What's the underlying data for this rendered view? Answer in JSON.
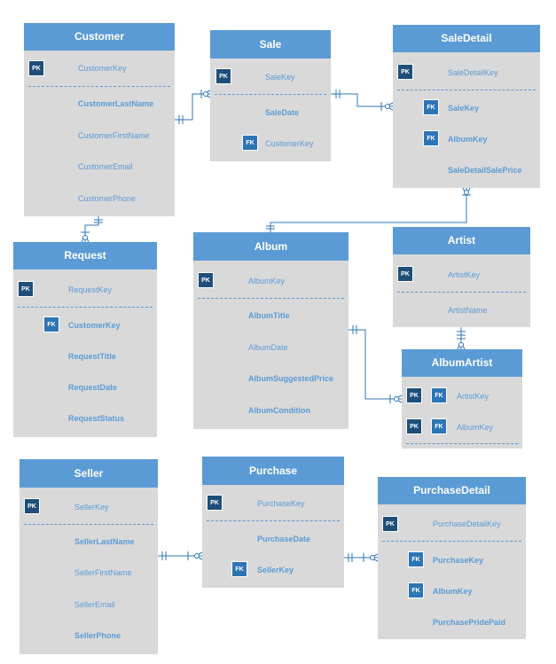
{
  "badges": {
    "pk": "PK",
    "fk": "FK"
  },
  "entities": {
    "customer": {
      "title": "Customer",
      "key": "CustomerKey",
      "f1": "CustomerLastName",
      "f2": "CustomerFirstName",
      "f3": "CustomerEmail",
      "f4": "CustomerPhone"
    },
    "sale": {
      "title": "Sale",
      "key": "SaleKey",
      "f1": "SaleDate",
      "f2": "CustomerKey"
    },
    "saledetail": {
      "title": "SaleDetail",
      "key": "SaleDetailKey",
      "f1": "SaleKey",
      "f2": "AlbumKey",
      "f3": "SaleDetailSalePrice"
    },
    "request": {
      "title": "Request",
      "key": "RequestKey",
      "f1": "CustomerKey",
      "f2": "RequestTitle",
      "f3": "RequestDate",
      "f4": "RequestStatus"
    },
    "album": {
      "title": "Album",
      "key": "AlbumKey",
      "f1": "AlbumTitle",
      "f2": "AlbumDate",
      "f3": "AlbumSuggestedPrice",
      "f4": "AlbumCondition"
    },
    "artist": {
      "title": "Artist",
      "key": "ArtistKey",
      "f1": "ArtistName"
    },
    "albumartist": {
      "title": "AlbumArtist",
      "key1": "ArtistKey",
      "key2": "AlbumKey"
    },
    "seller": {
      "title": "Seller",
      "key": "SellerKey",
      "f1": "SellerLastName",
      "f2": "SellerFirstName",
      "f3": "SellerEmail",
      "f4": "SellerPhone"
    },
    "purchase": {
      "title": "Purchase",
      "key": "PurchaseKey",
      "f1": "PurchaseDate",
      "f2": "SellerKey"
    },
    "purchasedetail": {
      "title": "PurchaseDetail",
      "key": "PurchaseDetailKey",
      "f1": "PurchaseKey",
      "f2": "AlbumKey",
      "f3": "PurchasePridePaid"
    }
  },
  "colors": {
    "header": "#5b9bd5",
    "body": "#d9d9d9",
    "pk": "#1f4e79",
    "fk": "#2e75b6",
    "line": "#2e75b6"
  }
}
